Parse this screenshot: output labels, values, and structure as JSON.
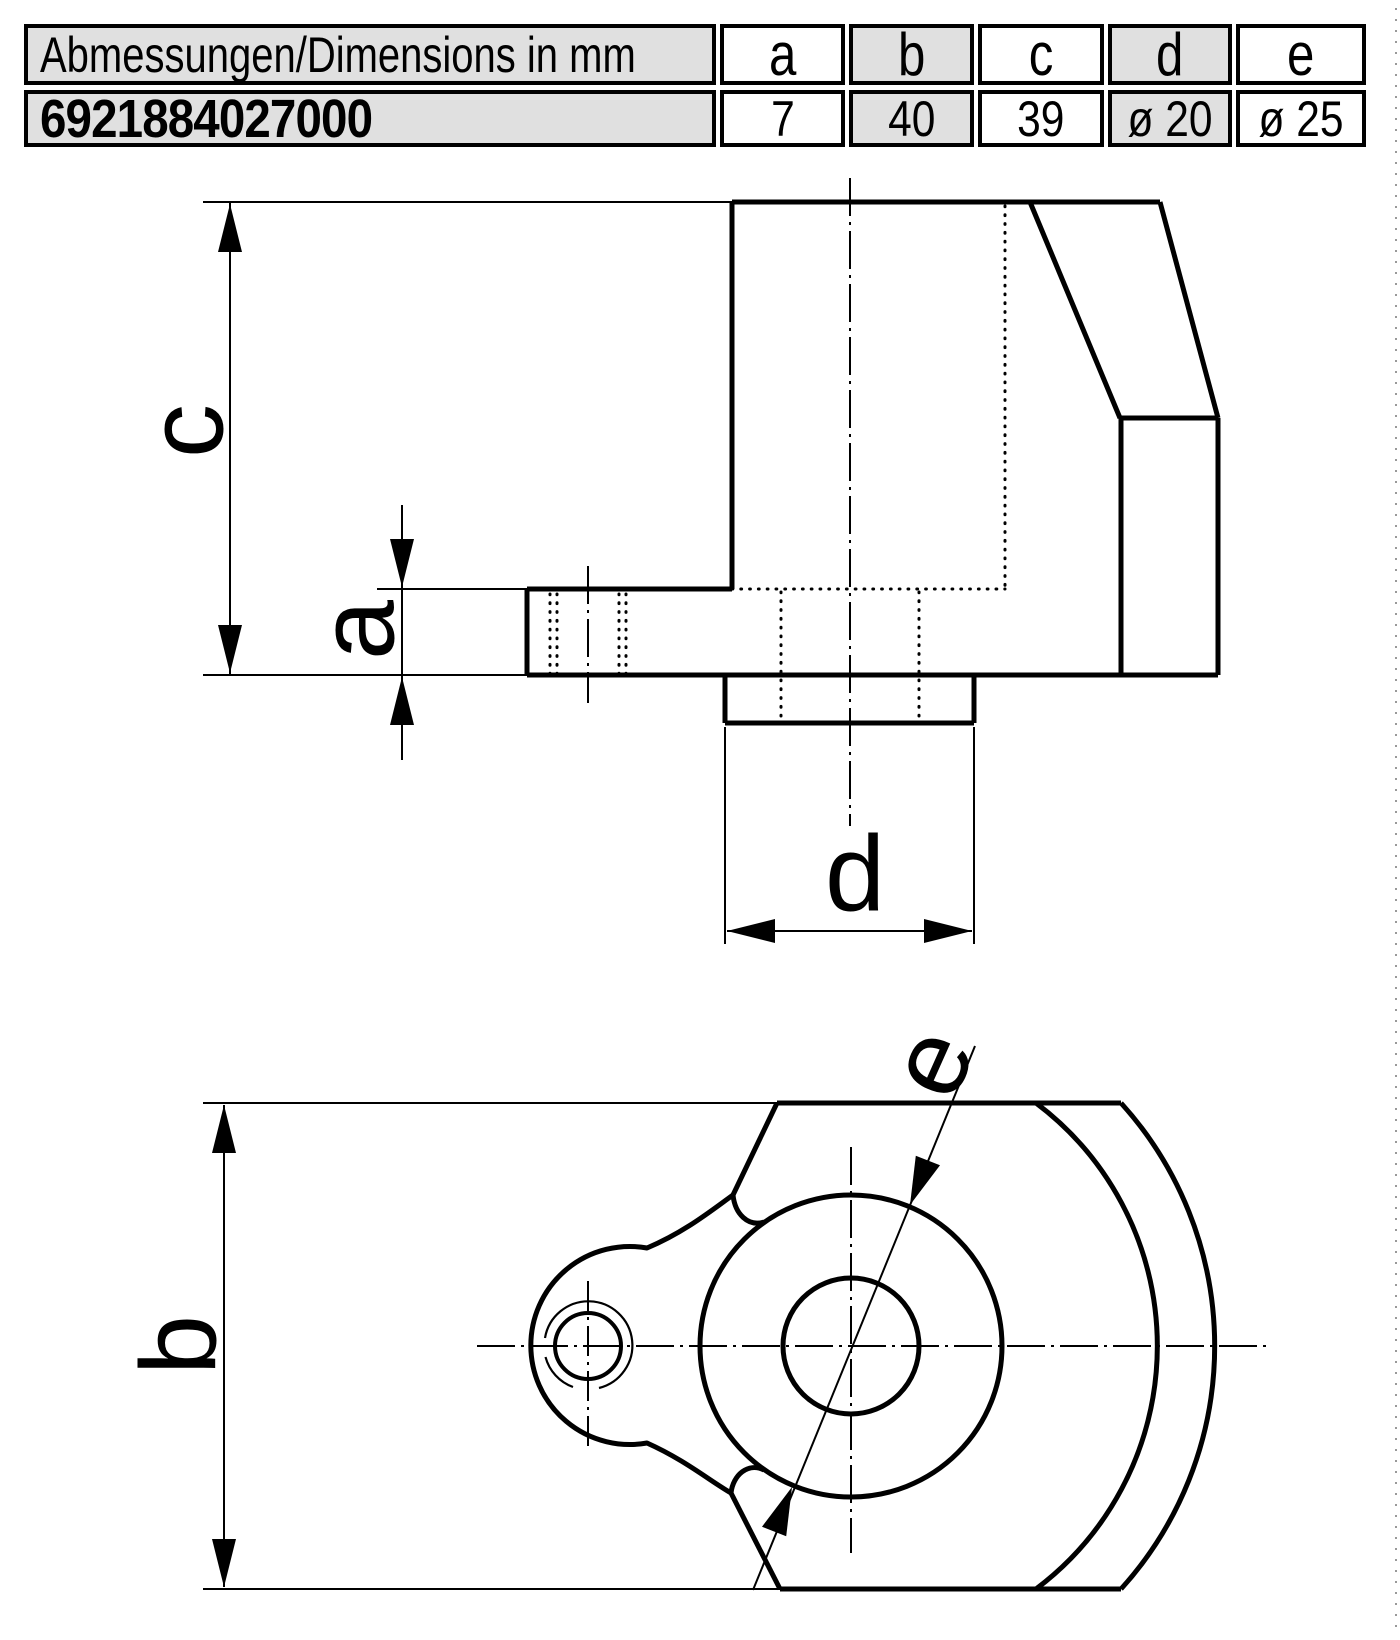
{
  "table": {
    "header_label": "Abmessungen/Dimensions in mm",
    "part_number": "6921884027000",
    "columns": [
      {
        "label": "a",
        "value": "7"
      },
      {
        "label": "b",
        "value": "40"
      },
      {
        "label": "c",
        "value": "39"
      },
      {
        "label": "d",
        "value": "ø 20"
      },
      {
        "label": "e",
        "value": "ø 25"
      }
    ],
    "shade_color": "#e0e0e0",
    "border_color": "#000000"
  },
  "drawing": {
    "labels": {
      "a": "a",
      "b": "b",
      "c": "c",
      "d": "d",
      "e": "e"
    },
    "line_color": "#000000",
    "views": [
      {
        "name": "side view",
        "dimension_letters": [
          "c",
          "a",
          "d"
        ]
      },
      {
        "name": "top view",
        "dimension_letters": [
          "b",
          "e"
        ]
      }
    ]
  }
}
